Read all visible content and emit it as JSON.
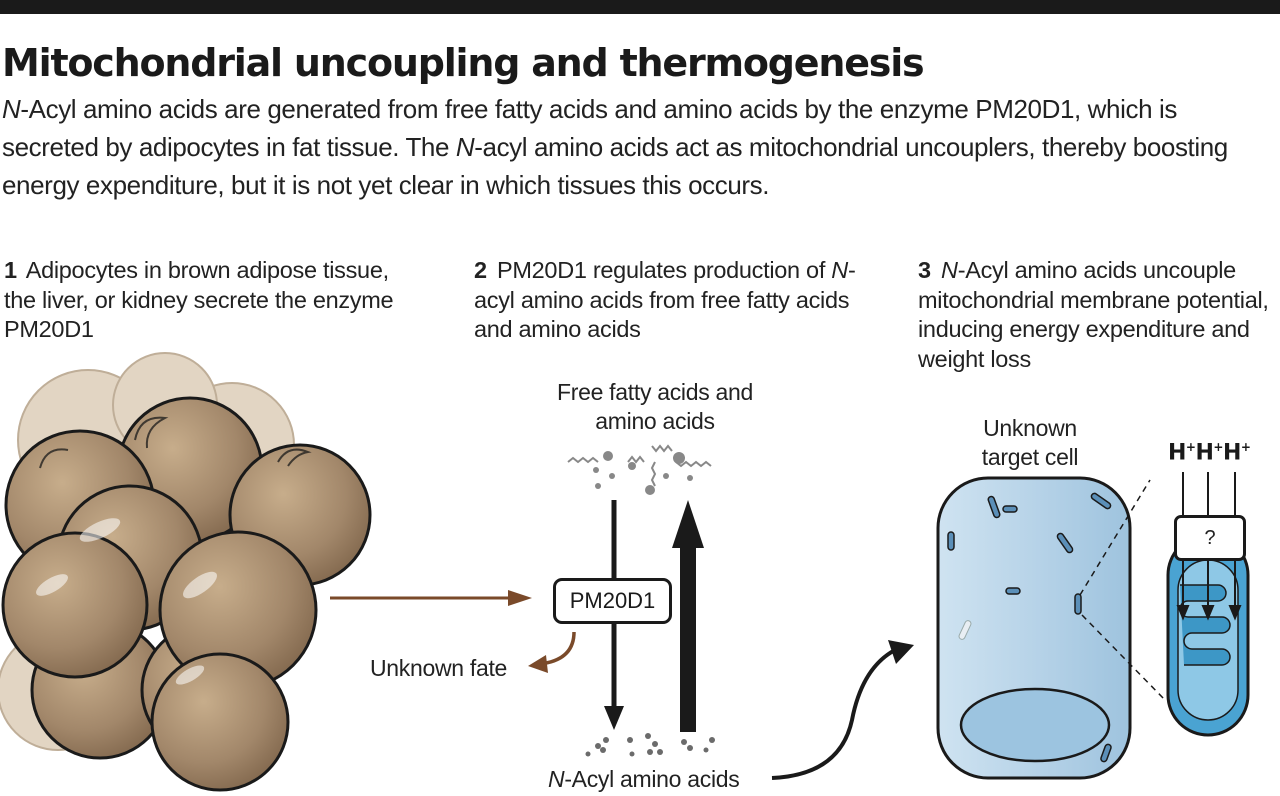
{
  "title": "Mitochondrial uncoupling and thermogenesis",
  "subtitle": {
    "italic": "N",
    "text": "-Acyl amino acids are generated from free fatty acids and amino acids by the enzyme PM20D1, which is secreted by adipocytes in fat tissue. The ",
    "italic2": "N",
    "text2": "-acyl amino acids act as mitochondrial uncouplers, thereby boosting energy expenditure, but it is not yet clear in which tissues this occurs."
  },
  "steps": [
    {
      "num": "1",
      "text": "Adipocytes in brown adipose tissue, the liver, or kidney secrete the enzyme PM20D1"
    },
    {
      "num": "2",
      "text_a": "PM20D1 regulates production of ",
      "italic": "N",
      "text_b": "-acyl amino acids from free fatty acids and amino acids"
    },
    {
      "num": "3",
      "italic": "N",
      "text": "-Acyl amino acids uncouple mitochondrial membrane potential, inducing energy expenditure and weight loss"
    }
  ],
  "labels": {
    "free_fatty_acids": "Free fatty acids and amino acids",
    "enzyme": "PM20D1",
    "unknown_fate": "Unknown fate",
    "acyl_italic": "N",
    "acyl": "-Acyl amino acids",
    "target_cell": "Unknown target cell",
    "proton": "H",
    "proton_sup": "+",
    "question": "?"
  },
  "colors": {
    "adipocyte_fill": "#9a7f5f",
    "adipocyte_back": "#e3d6c4",
    "arrow_brown": "#7a4a2a",
    "cell_blue": "#c5dcec",
    "mito_blue": "#3d97c6",
    "dark": "#1a1a1a"
  }
}
